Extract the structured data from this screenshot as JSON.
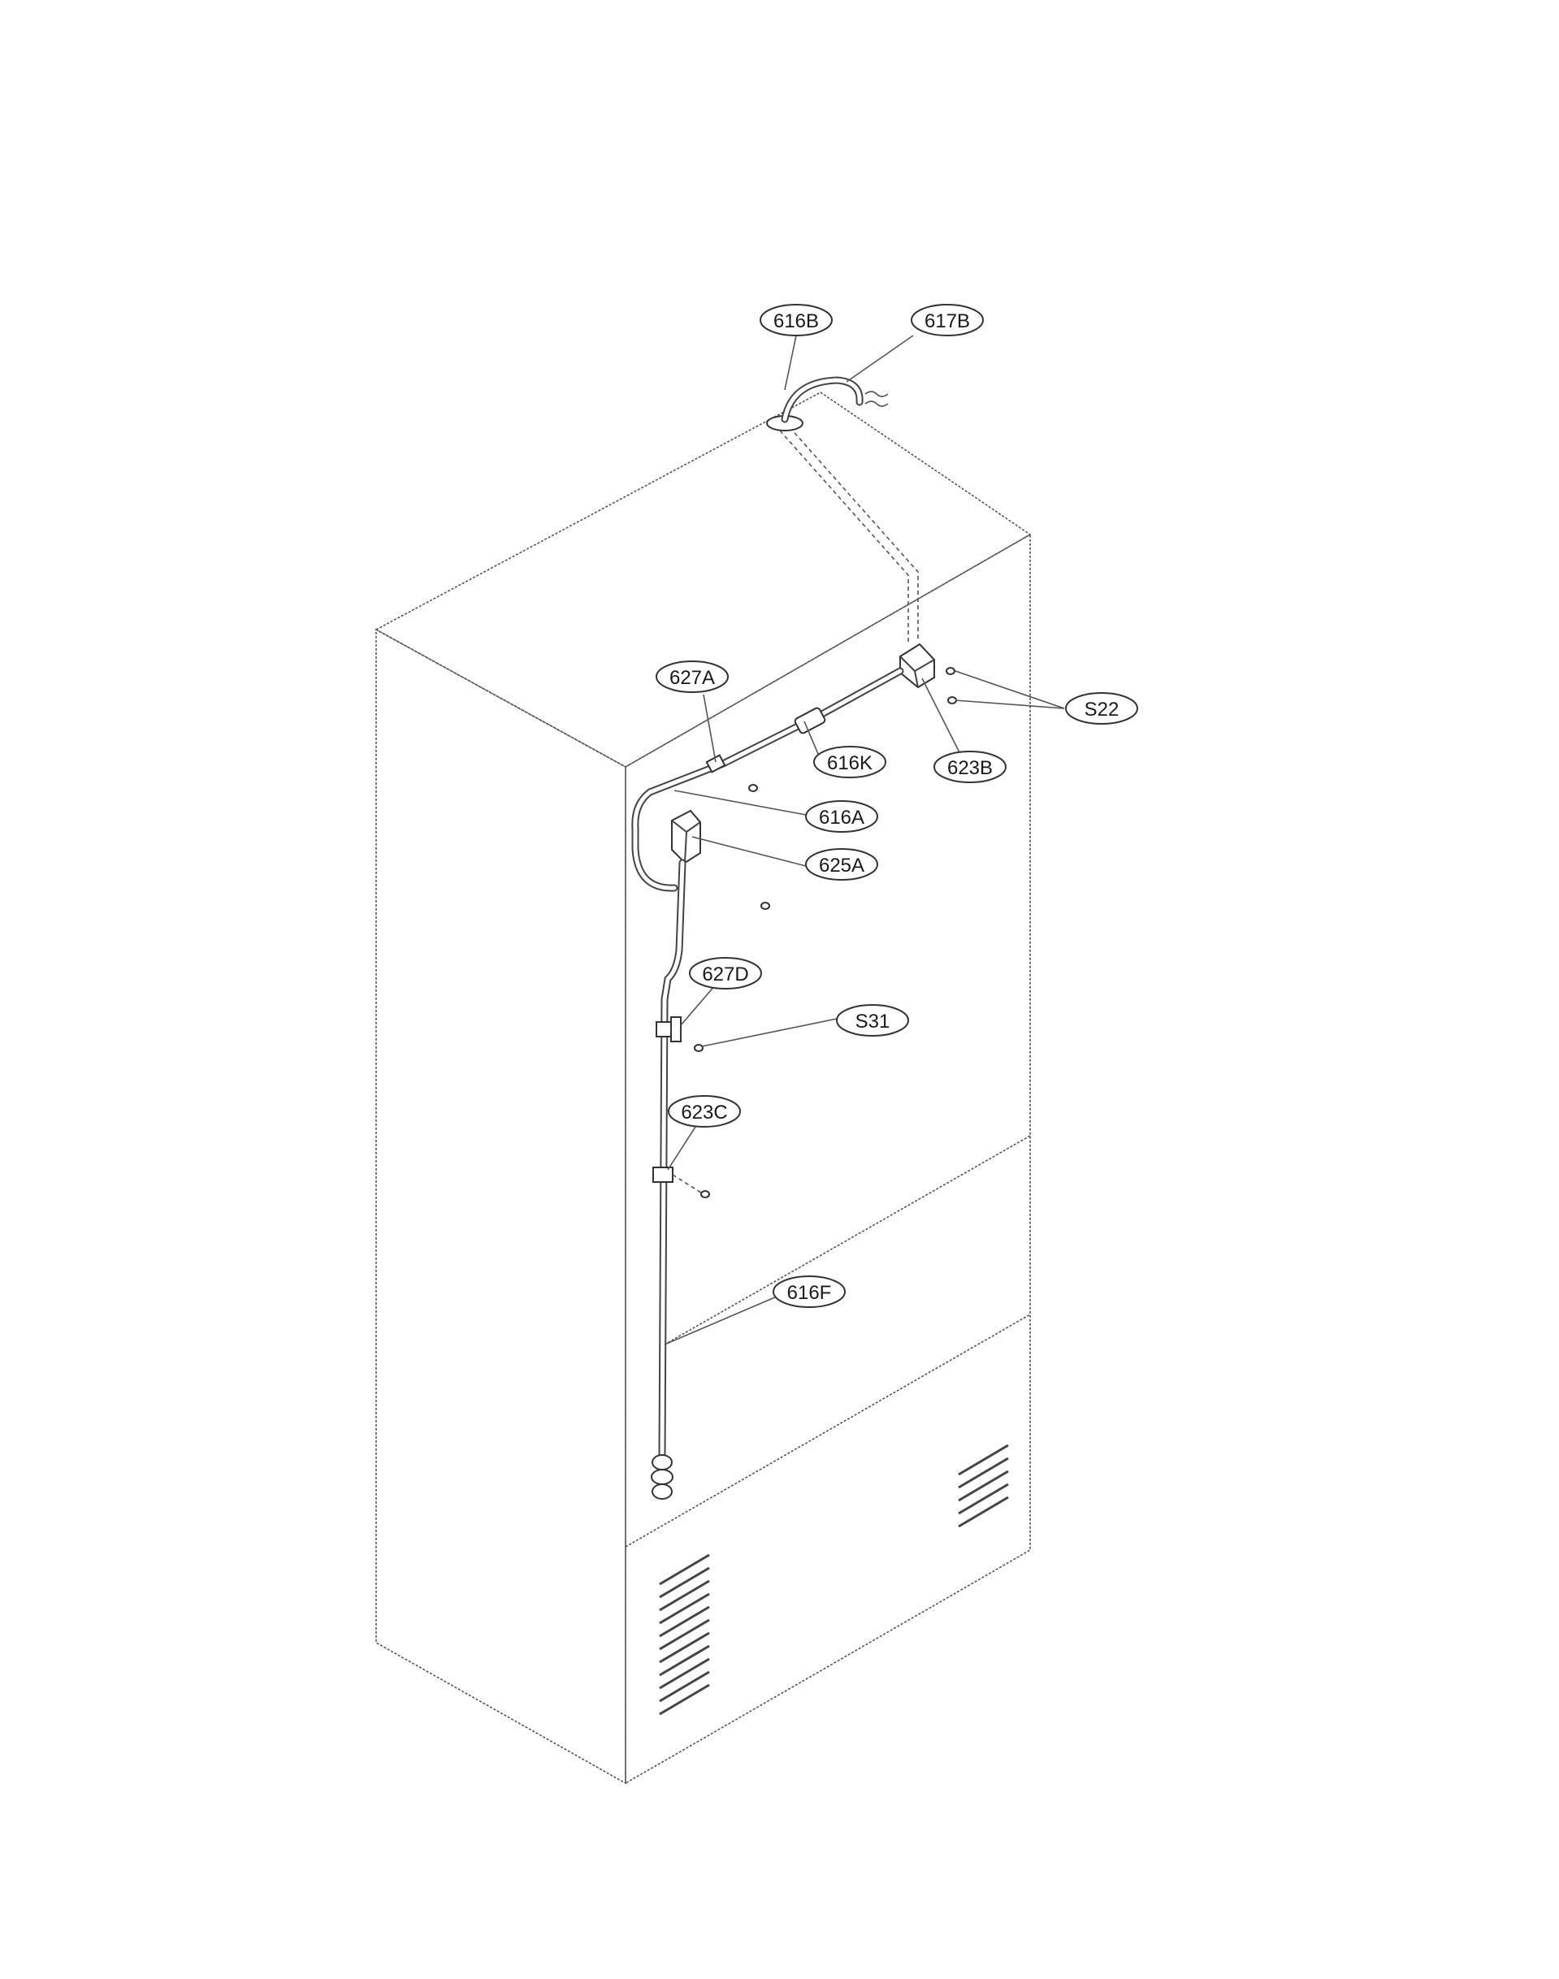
{
  "diagram": {
    "labels": {
      "l616B": "616B",
      "l617B": "617B",
      "l627A": "627A",
      "lS22": "S22",
      "l616K": "616K",
      "l623B": "623B",
      "l616A": "616A",
      "l625A": "625A",
      "l627D": "627D",
      "lS31": "S31",
      "l623C": "623C",
      "l616F": "616F"
    },
    "colors": {
      "line": "#444444",
      "background": "#ffffff"
    }
  }
}
